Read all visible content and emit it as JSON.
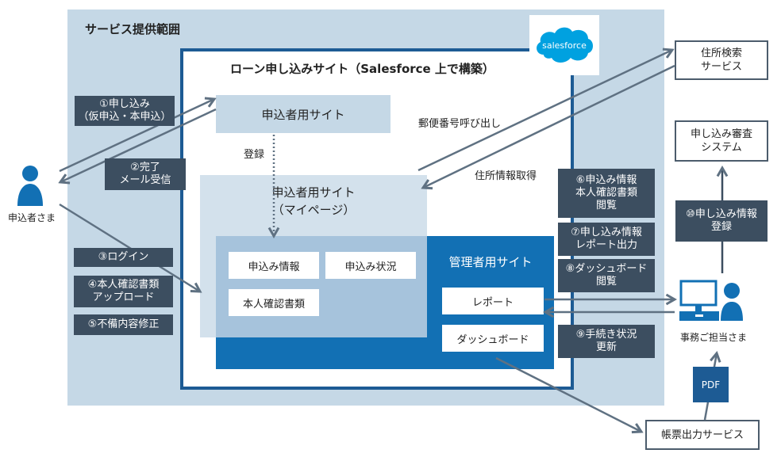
{
  "scope": {
    "title": "サービス提供範囲"
  },
  "salesforce_site": {
    "title": "ローン申し込みサイト（Salesforce 上で構築）",
    "logo_text": "salesforce"
  },
  "applicant_site": {
    "label": "申込者用サイト"
  },
  "register_label": "登録",
  "mypage": {
    "line1": "申込者用サイト",
    "line2": "（マイページ）"
  },
  "mypage_items": [
    "申込み情報",
    "申込み状況",
    "本人確認書類"
  ],
  "admin_site": {
    "title": "管理者用サイト",
    "items": [
      "レポート",
      "ダッシュボード"
    ]
  },
  "applicant": {
    "label": "申込者さま"
  },
  "staff": {
    "label": "事務ご担当さま"
  },
  "steps_left": [
    {
      "line1": "①申し込み",
      "line2": "（仮申込・本申込）"
    },
    {
      "line1": "②完了",
      "line2": "メール受信"
    },
    {
      "line1": "③ログイン",
      "line2": ""
    },
    {
      "line1": "④本人確認書類",
      "line2": "アップロード"
    },
    {
      "line1": "⑤不備内容修正",
      "line2": ""
    }
  ],
  "steps_right": [
    {
      "line1": "⑥申込み情報",
      "line2": "本人確認書類",
      "line3": "閲覧"
    },
    {
      "line1": "⑦申し込み情報",
      "line2": "レポート出力",
      "line3": ""
    },
    {
      "line1": "⑧ダッシュボード",
      "line2": "閲覧",
      "line3": ""
    },
    {
      "line1": "⑨手続き状況",
      "line2": "更新",
      "line3": ""
    }
  ],
  "step10": {
    "line1": "⑩申し込み情報",
    "line2": "登録"
  },
  "external": {
    "address_service": {
      "line1": "住所検索",
      "line2": "サービス"
    },
    "review_system": {
      "line1": "申し込み審査",
      "line2": "システム"
    },
    "form_service": {
      "label": "帳票出力サービス"
    }
  },
  "flow_labels": {
    "postal_call": "郵便番号呼び出し",
    "address_get": "住所情報取得"
  },
  "pdf_label": "PDF",
  "colors": {
    "scope_bg": "#c5d8e6",
    "salesforce_border": "#1d5b94",
    "admin_bg": "#1270b4",
    "step_box": "#3c4e60",
    "arrow": "#5f7182",
    "person": "#1270b4",
    "salesforce_cloud": "#00a1e0"
  }
}
